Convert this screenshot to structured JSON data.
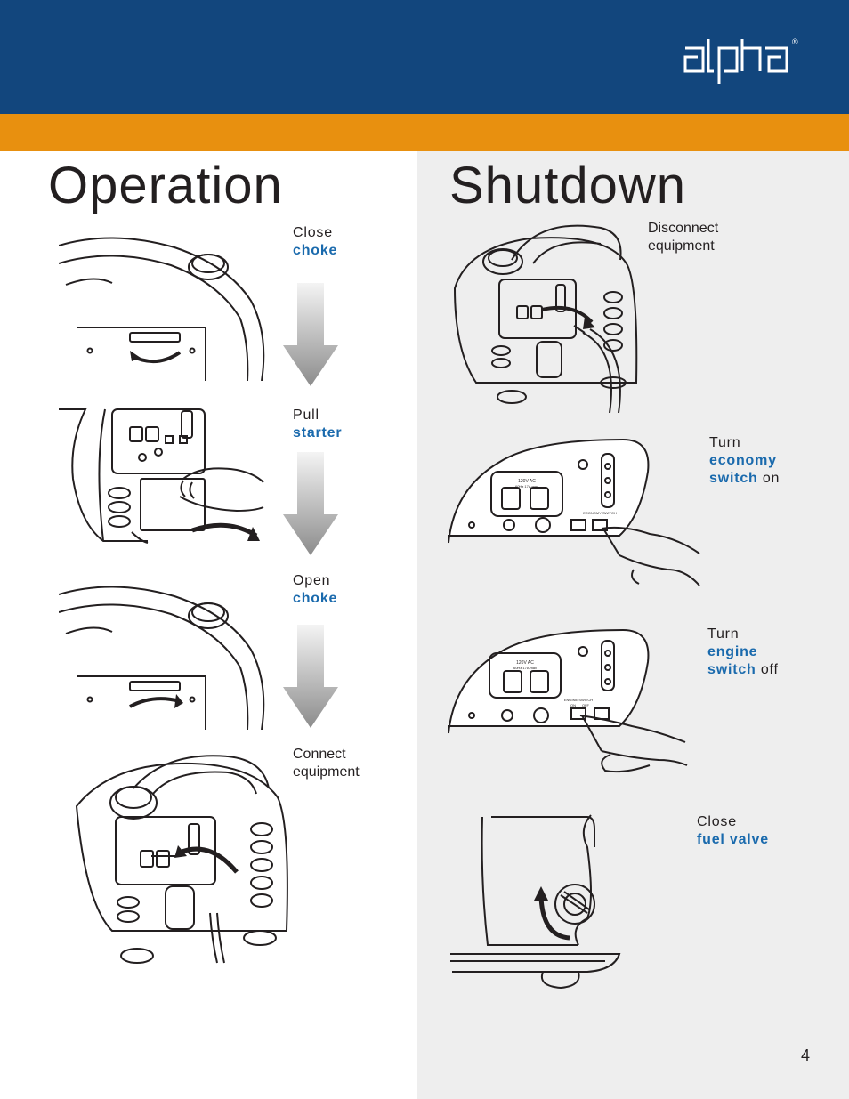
{
  "brand": {
    "logo_text": "alpha",
    "registered_mark": "®"
  },
  "colors": {
    "header_blue": "#12467d",
    "header_orange": "#e8900f",
    "highlight_blue": "#1a6aad",
    "panel_gray": "#eeeeee"
  },
  "operation": {
    "title": "Operation",
    "steps": [
      {
        "verb": "Close",
        "keyword": "choke"
      },
      {
        "verb": "Pull",
        "keyword": "starter"
      },
      {
        "verb": "Open",
        "keyword": "choke"
      },
      {
        "line1": "Connect",
        "line2": "equipment"
      }
    ]
  },
  "shutdown": {
    "title": "Shutdown",
    "steps": [
      {
        "line1": "Disconnect",
        "line2": "equipment"
      },
      {
        "verb": "Turn",
        "keyword1": "economy",
        "keyword2": "switch",
        "suffix": " on"
      },
      {
        "verb": "Turn",
        "keyword1": "engine",
        "keyword2": "switch",
        "suffix": " off"
      },
      {
        "verb": "Close",
        "keyword": "fuel valve"
      }
    ]
  },
  "panel_labels": {
    "voltage": "120V AC",
    "frequency": "60Hz 17A max",
    "economy": "ECONOMY SWITCH",
    "engine": "ENGINE SWITCH",
    "on": "ON",
    "off": "OFF"
  },
  "icons": [
    "down-arrow-icon",
    "curved-arrow-icon",
    "hand-icon",
    "generator-icon"
  ],
  "page": {
    "number": "4"
  }
}
